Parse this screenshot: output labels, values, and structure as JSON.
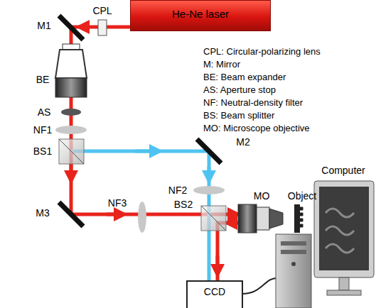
{
  "diagram": {
    "nodes": [
      {
        "text": [
          "He-Ne laser"
        ]
      },
      {
        "text": [
          "CCD"
        ]
      }
    ],
    "labels": [
      "CPL",
      "M1",
      "BE",
      "AS",
      "NF1",
      "BS1",
      "M2",
      "NF2",
      "M3",
      "NF3",
      "BS2",
      "MO",
      "Object",
      "Computer",
      "CPL: Circular-polarizing lens",
      "M: Mirror",
      "BE: Beam expander",
      "AS: Aperture stop",
      "NF: Neutral-density filter",
      "BS: Beam splitter",
      "MO: Microscope objective"
    ]
  }
}
